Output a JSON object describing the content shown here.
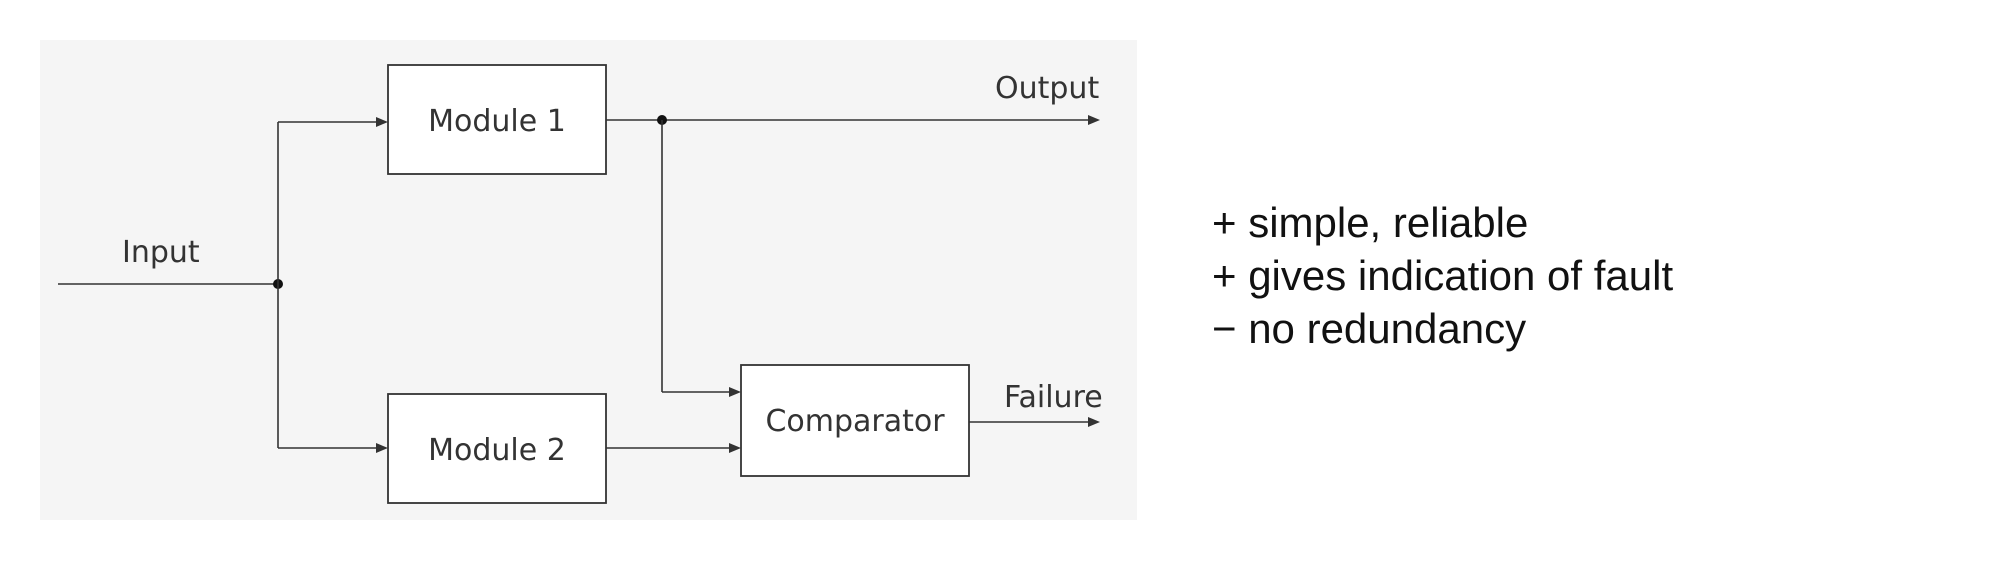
{
  "diagram": {
    "input_label": "Input",
    "output_label": "Output",
    "failure_label": "Failure",
    "blocks": {
      "module1": "Module 1",
      "module2": "Module 2",
      "comparator": "Comparator"
    },
    "colors": {
      "panel_background": "#f5f5f5",
      "stroke": "#333333",
      "block_fill": "#ffffff"
    }
  },
  "notes": [
    "+ simple, reliable",
    "+ gives indication of fault",
    "− no redundancy"
  ]
}
